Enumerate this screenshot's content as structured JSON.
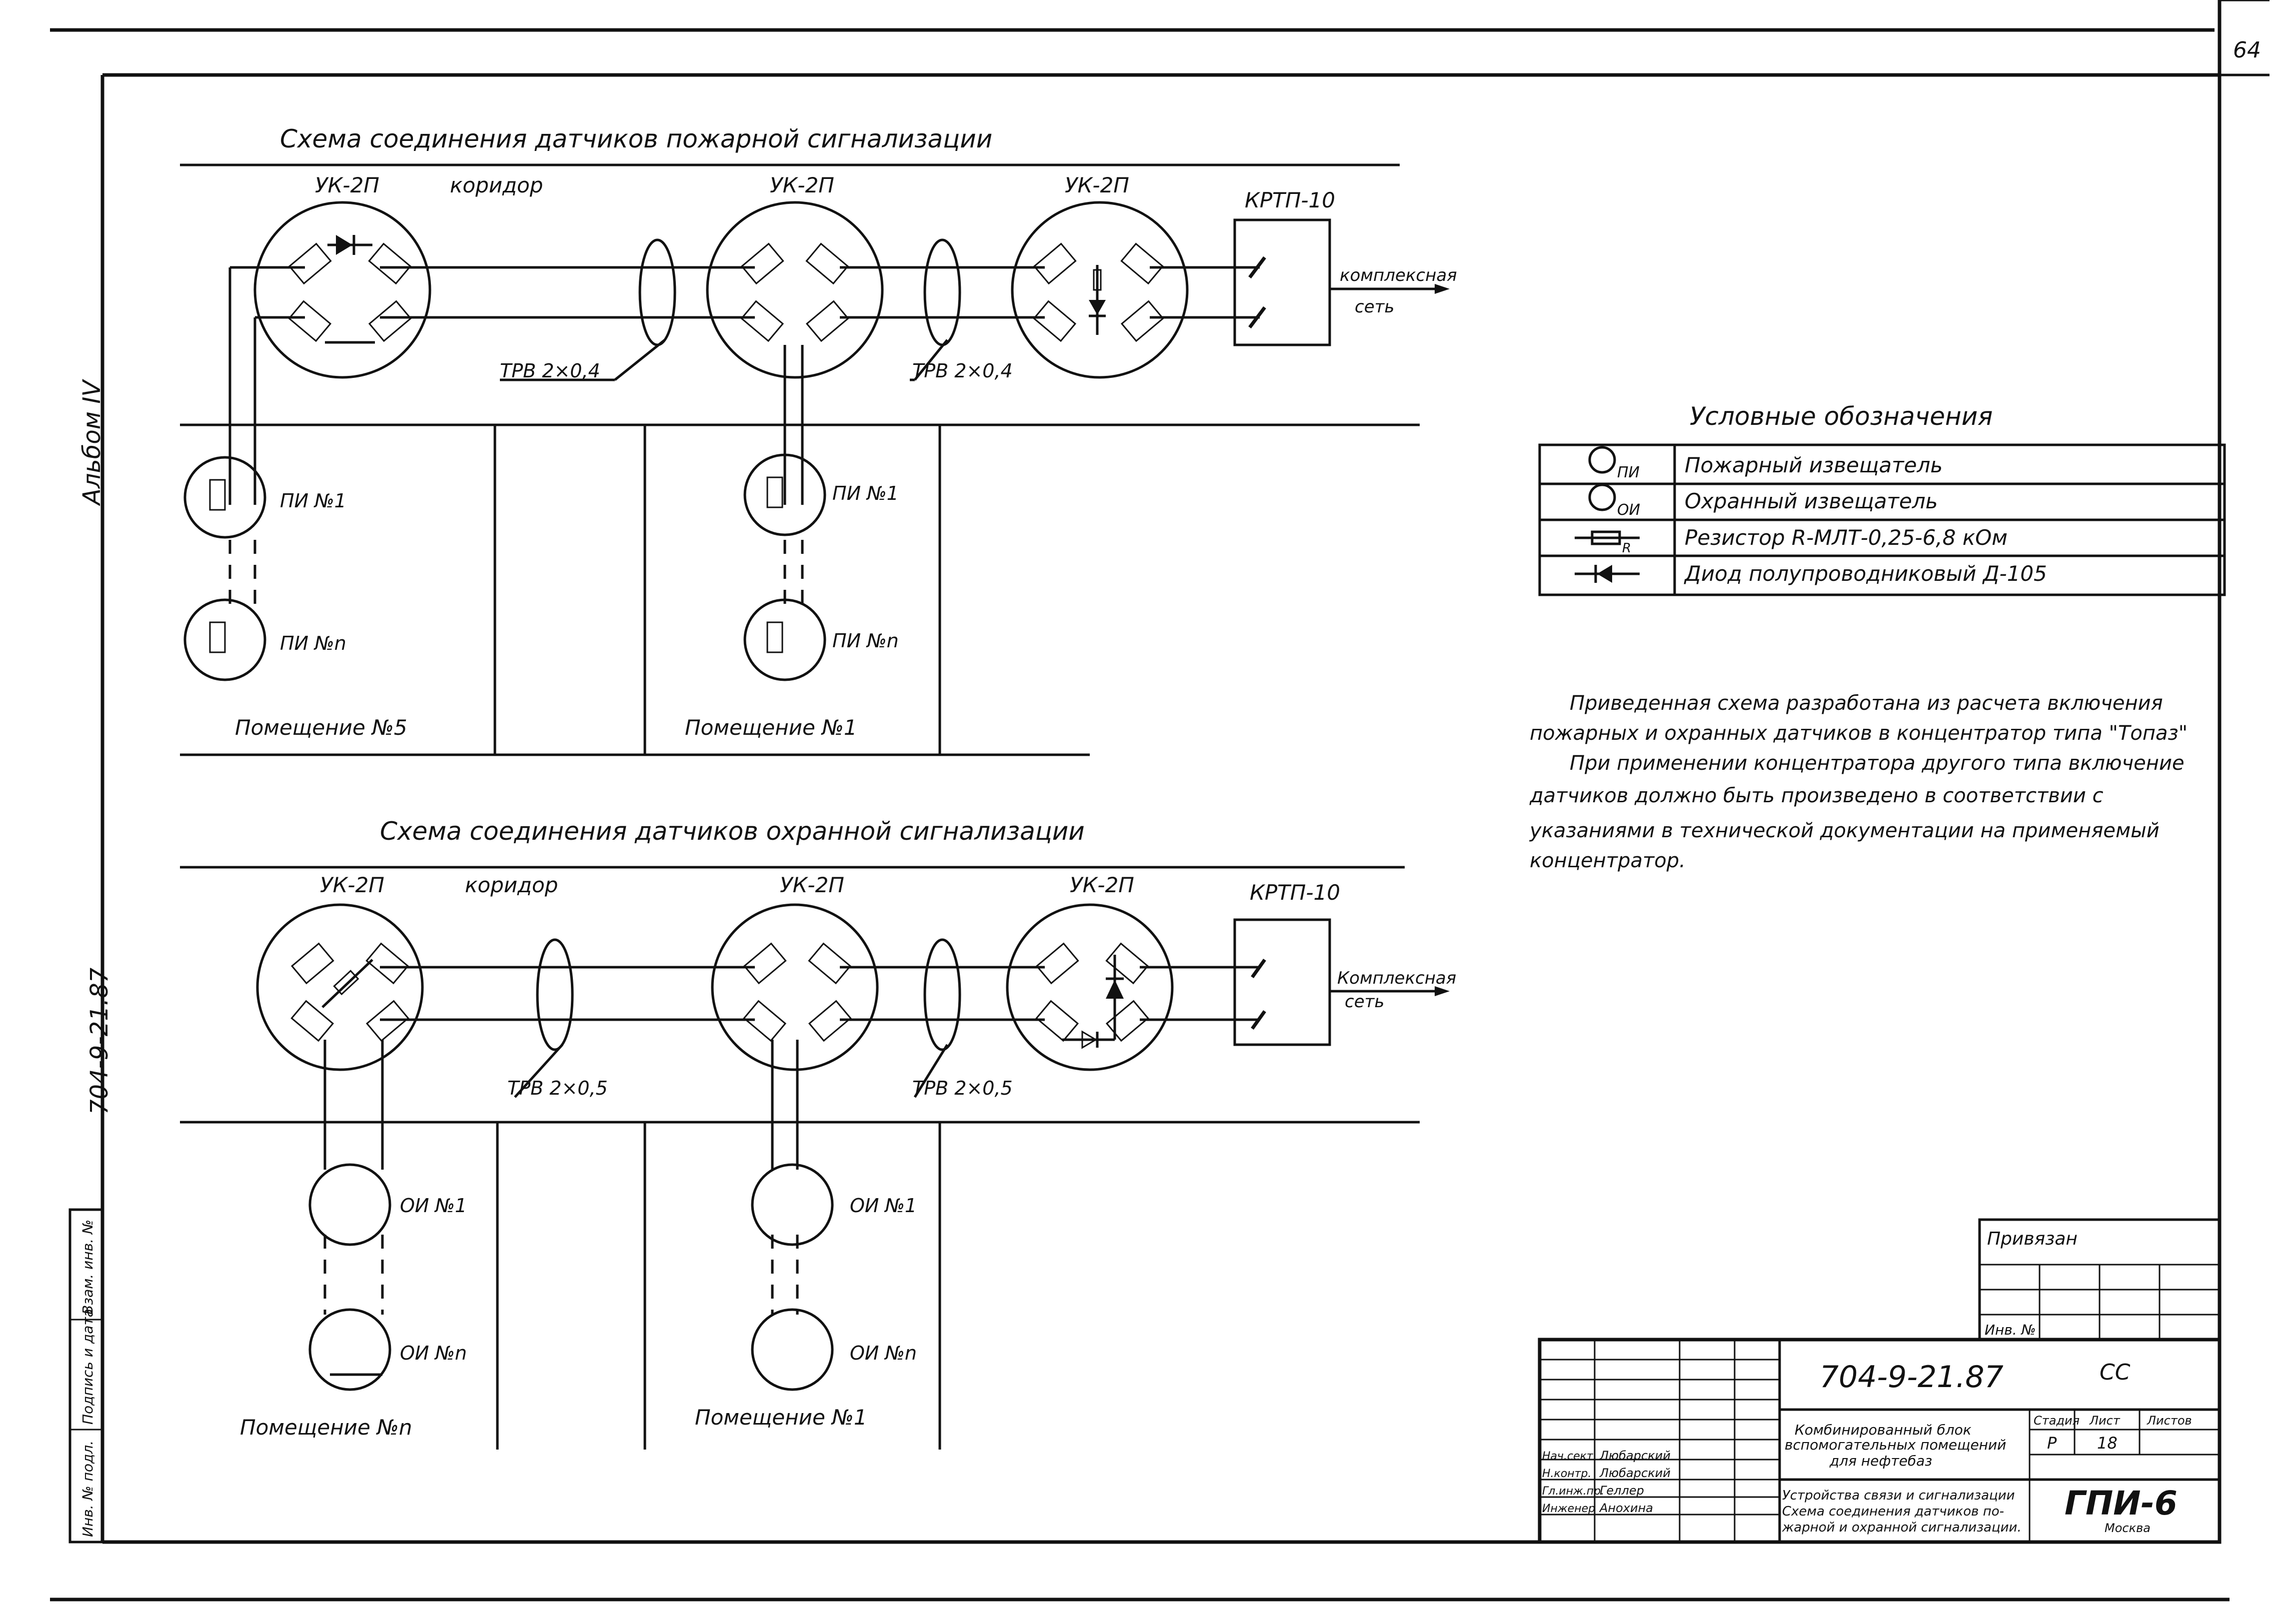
{
  "sheet_number": "64",
  "left_margin": {
    "album": "Альбом IV",
    "doc_code": "704-9-21.87",
    "stamp_cols": [
      "Инв. № подл.",
      "Подпись и дата",
      "Взам. инв. №"
    ]
  },
  "fire_scheme": {
    "title": "Схема соединения датчиков пожарной сигнализации",
    "corridor": "коридор",
    "uk_labels": [
      "УК-2П",
      "УК-2П",
      "УК-2П"
    ],
    "krtp": "КРТП-10",
    "network": [
      "комплексная",
      "сеть"
    ],
    "cables": [
      "ТРВ 2×0,4",
      "ТРВ 2×0,4"
    ],
    "rooms": [
      "Помещение №5",
      "Помещение №1"
    ],
    "detectors": [
      "ПИ №1",
      "ПИ №n",
      "ПИ №1",
      "ПИ №n"
    ]
  },
  "security_scheme": {
    "title": "Схема соединения датчиков охранной сигнализации",
    "corridor": "коридор",
    "uk_labels": [
      "УК-2П",
      "УК-2П",
      "УК-2П"
    ],
    "krtp": "КРТП-10",
    "network": [
      "Комплексная",
      "сеть"
    ],
    "cables": [
      "ТРВ 2×0,5",
      "ТРВ 2×0,5"
    ],
    "rooms": [
      "Помещение №n",
      "Помещение №1"
    ],
    "detectors": [
      "ОИ №1",
      "ОИ №n",
      "ОИ №1",
      "ОИ №n"
    ]
  },
  "legend": {
    "title": "Условные обозначения",
    "rows": [
      {
        "symbol": "ПИ",
        "text": "Пожарный извещатель"
      },
      {
        "symbol": "ОИ",
        "text": "Охранный извещатель"
      },
      {
        "symbol": "R",
        "text": "Резистор R-МЛТ-0,25-6,8 кОм"
      },
      {
        "symbol": "diode-icon",
        "text": "Диод полупроводниковый Д-105"
      }
    ]
  },
  "notes": [
    "Приведенная схема разработана из расчета включения",
    "пожарных и охранных датчиков в концентратор типа \"Топаз\"",
    "При применении концентратора другого типа включение",
    "датчиков должно быть произведено в соответствии с",
    "указаниями в технической документации на применяемый",
    "концентратор."
  ],
  "title_block": {
    "privyazan": "Привязан",
    "inv": "Инв. №",
    "code": "704-9-21.87",
    "stage_mark": "СС",
    "project": [
      "Комбинированный блок",
      "вспомогательных помещений",
      "для нефтебаз"
    ],
    "sheet_title": [
      "Устройства связи и сигнализации",
      "Схема соединения датчиков по-",
      "жарной и охранной сигнализации."
    ],
    "stage_hdr": "Стадия",
    "sheet_hdr": "Лист",
    "sheets_hdr": "Листов",
    "stage": "Р",
    "sheet": "18",
    "roles": [
      "Нач.сект.",
      "Н.контр.",
      "Гл.инж.пр.",
      "Инженер"
    ],
    "names": [
      "Любарский",
      "Любарский",
      "Геллер",
      "Анохина"
    ],
    "org": "ГПИ-6",
    "city": "Москва"
  },
  "colors": {
    "ink": "#111111",
    "paper": "#ffffff"
  }
}
